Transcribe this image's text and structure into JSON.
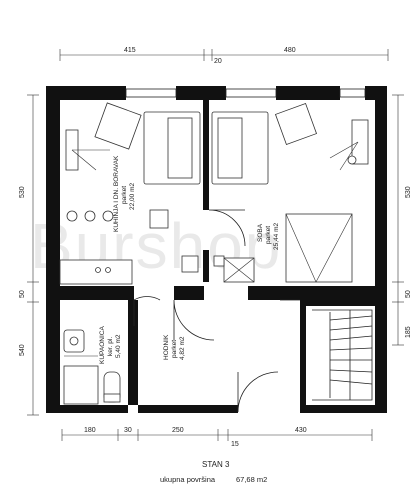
{
  "watermark": "Burshop",
  "dimensions": {
    "top": [
      "415",
      "20",
      "480"
    ],
    "bottom": [
      "180",
      "30",
      "250",
      "15",
      "430"
    ],
    "left": [
      "530",
      "50",
      "540"
    ],
    "right": [
      "530",
      "50",
      "185"
    ]
  },
  "rooms": {
    "kitchen": {
      "name": "KUHINJA I DN. BORAVAK",
      "floor": "parket",
      "area": "22,00 m2"
    },
    "bedroom": {
      "name": "SOBA",
      "floor": "parket",
      "area": "25,44 m2"
    },
    "bathroom": {
      "name": "KUPAONICA",
      "floor": "ker. pl.",
      "area": "5,40 m2"
    },
    "hallway": {
      "name": "HODNIK",
      "floor": "parket",
      "area": "4,82 m2"
    }
  },
  "footer": {
    "title": "STAN 3",
    "total_label": "ukupna površina",
    "total_value": "67,68 m2"
  }
}
